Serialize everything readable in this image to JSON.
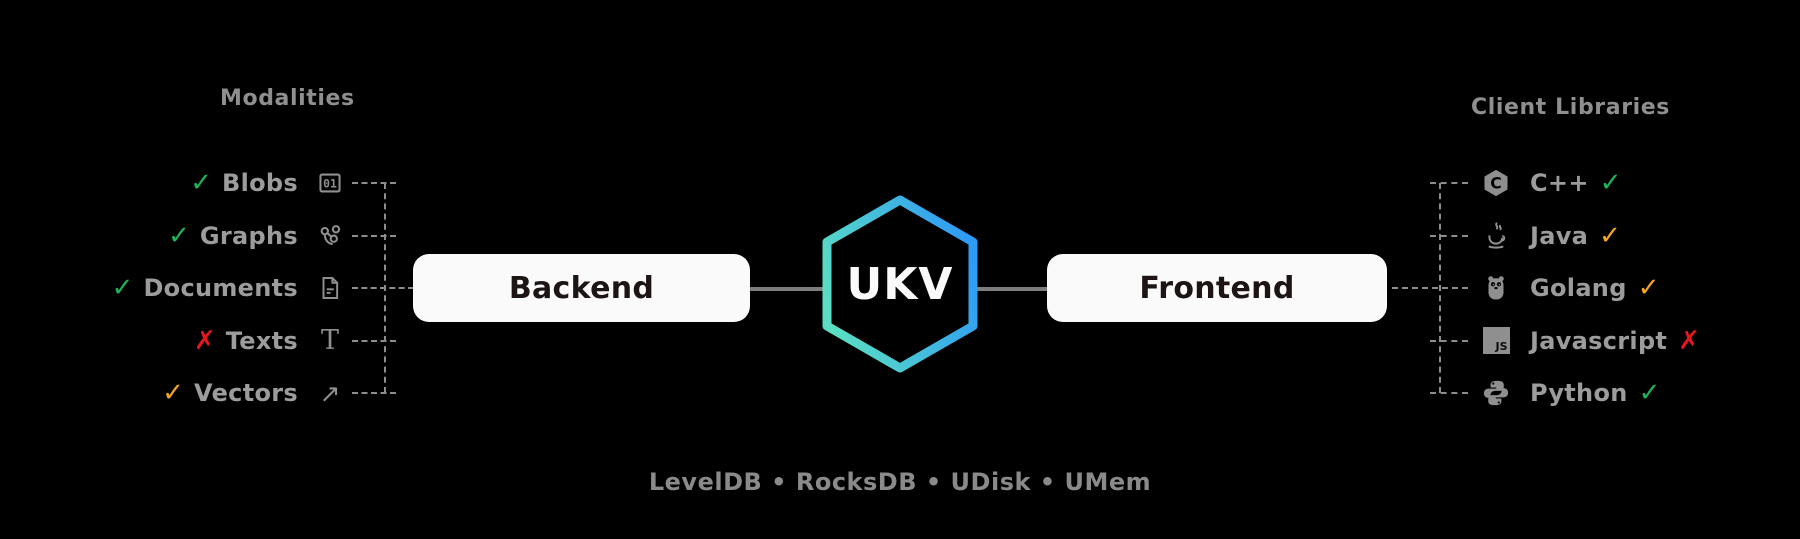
{
  "colors": {
    "bg": "#000000",
    "green": "#1fb259",
    "orange": "#f5a623",
    "red": "#e2181e",
    "title_gray": "#8f8f8f",
    "label_gray": "#9c9c9c",
    "icon_gray": "#8f8f8f",
    "dash_gray": "#8d8d8d",
    "line_gray": "#7d7d7d",
    "box_bg": "#fafafa",
    "box_text": "#1d1414",
    "footer_gray": "#8a8a8a"
  },
  "status_glyphs": {
    "check": "✓",
    "cross": "✗"
  },
  "modalities": {
    "title": "Modalities",
    "items": [
      {
        "label": "Blobs",
        "status": "check-green",
        "icon": "binary-blob-icon"
      },
      {
        "label": "Graphs",
        "status": "check-green",
        "icon": "graph-network-icon"
      },
      {
        "label": "Documents",
        "status": "check-green",
        "icon": "document-icon"
      },
      {
        "label": "Texts",
        "status": "cross-red",
        "icon": "text-letter-icon"
      },
      {
        "label": "Vectors",
        "status": "check-orange",
        "icon": "vector-arrow-icon"
      }
    ]
  },
  "core": {
    "backend_label": "Backend",
    "hexagon_label": "UKV",
    "frontend_label": "Frontend",
    "hexagon_gradient": [
      "#5bdfc2",
      "#2e9bf5"
    ]
  },
  "client_libraries": {
    "title": "Client Libraries",
    "items": [
      {
        "label": "C++",
        "status": "check-green",
        "icon": "cpp-icon"
      },
      {
        "label": "Java",
        "status": "check-orange",
        "icon": "java-icon"
      },
      {
        "label": "Golang",
        "status": "check-orange",
        "icon": "golang-icon"
      },
      {
        "label": "Javascript",
        "status": "cross-red",
        "icon": "javascript-icon"
      },
      {
        "label": "Python",
        "status": "check-green",
        "icon": "python-icon"
      }
    ]
  },
  "footer": {
    "text": "LevelDB • RocksDB • UDisk • UMem"
  }
}
